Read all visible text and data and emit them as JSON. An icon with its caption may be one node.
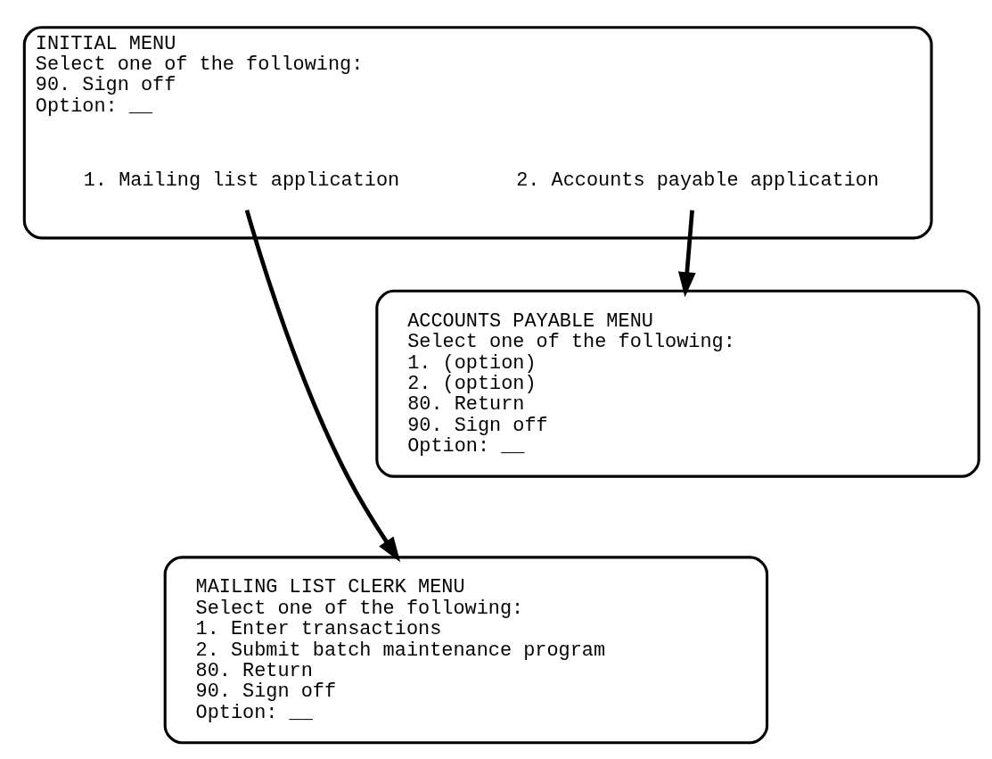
{
  "diagram": {
    "nodes": [
      {
        "text": [
          "INITIAL MENU",
          "Select one of the following:",
          "90. Sign off",
          "Option: __"
        ]
      },
      {
        "text": [
          "1. Mailing list application"
        ],
        "in": 0
      },
      {
        "text": [
          "2. Accounts payable application"
        ],
        "in": 0
      },
      {
        "text": [
          "ACCOUNTS PAYABLE MENU",
          "Select one of the following:",
          "1. (option)",
          "2. (option)",
          "80. Return",
          "90. Sign off",
          "Option: __"
        ]
      },
      {
        "text": [
          "MAILING LIST CLERK MENU",
          "Select one of the following:",
          "1. Enter transactions",
          "2. Submit batch maintenance program",
          "80. Return",
          "90. Sign off",
          "Option: __"
        ]
      }
    ],
    "edges": [
      {
        "from": 1,
        "to": 4,
        "arrow": "to"
      },
      {
        "from": 2,
        "to": 3,
        "arrow": "to"
      }
    ]
  }
}
